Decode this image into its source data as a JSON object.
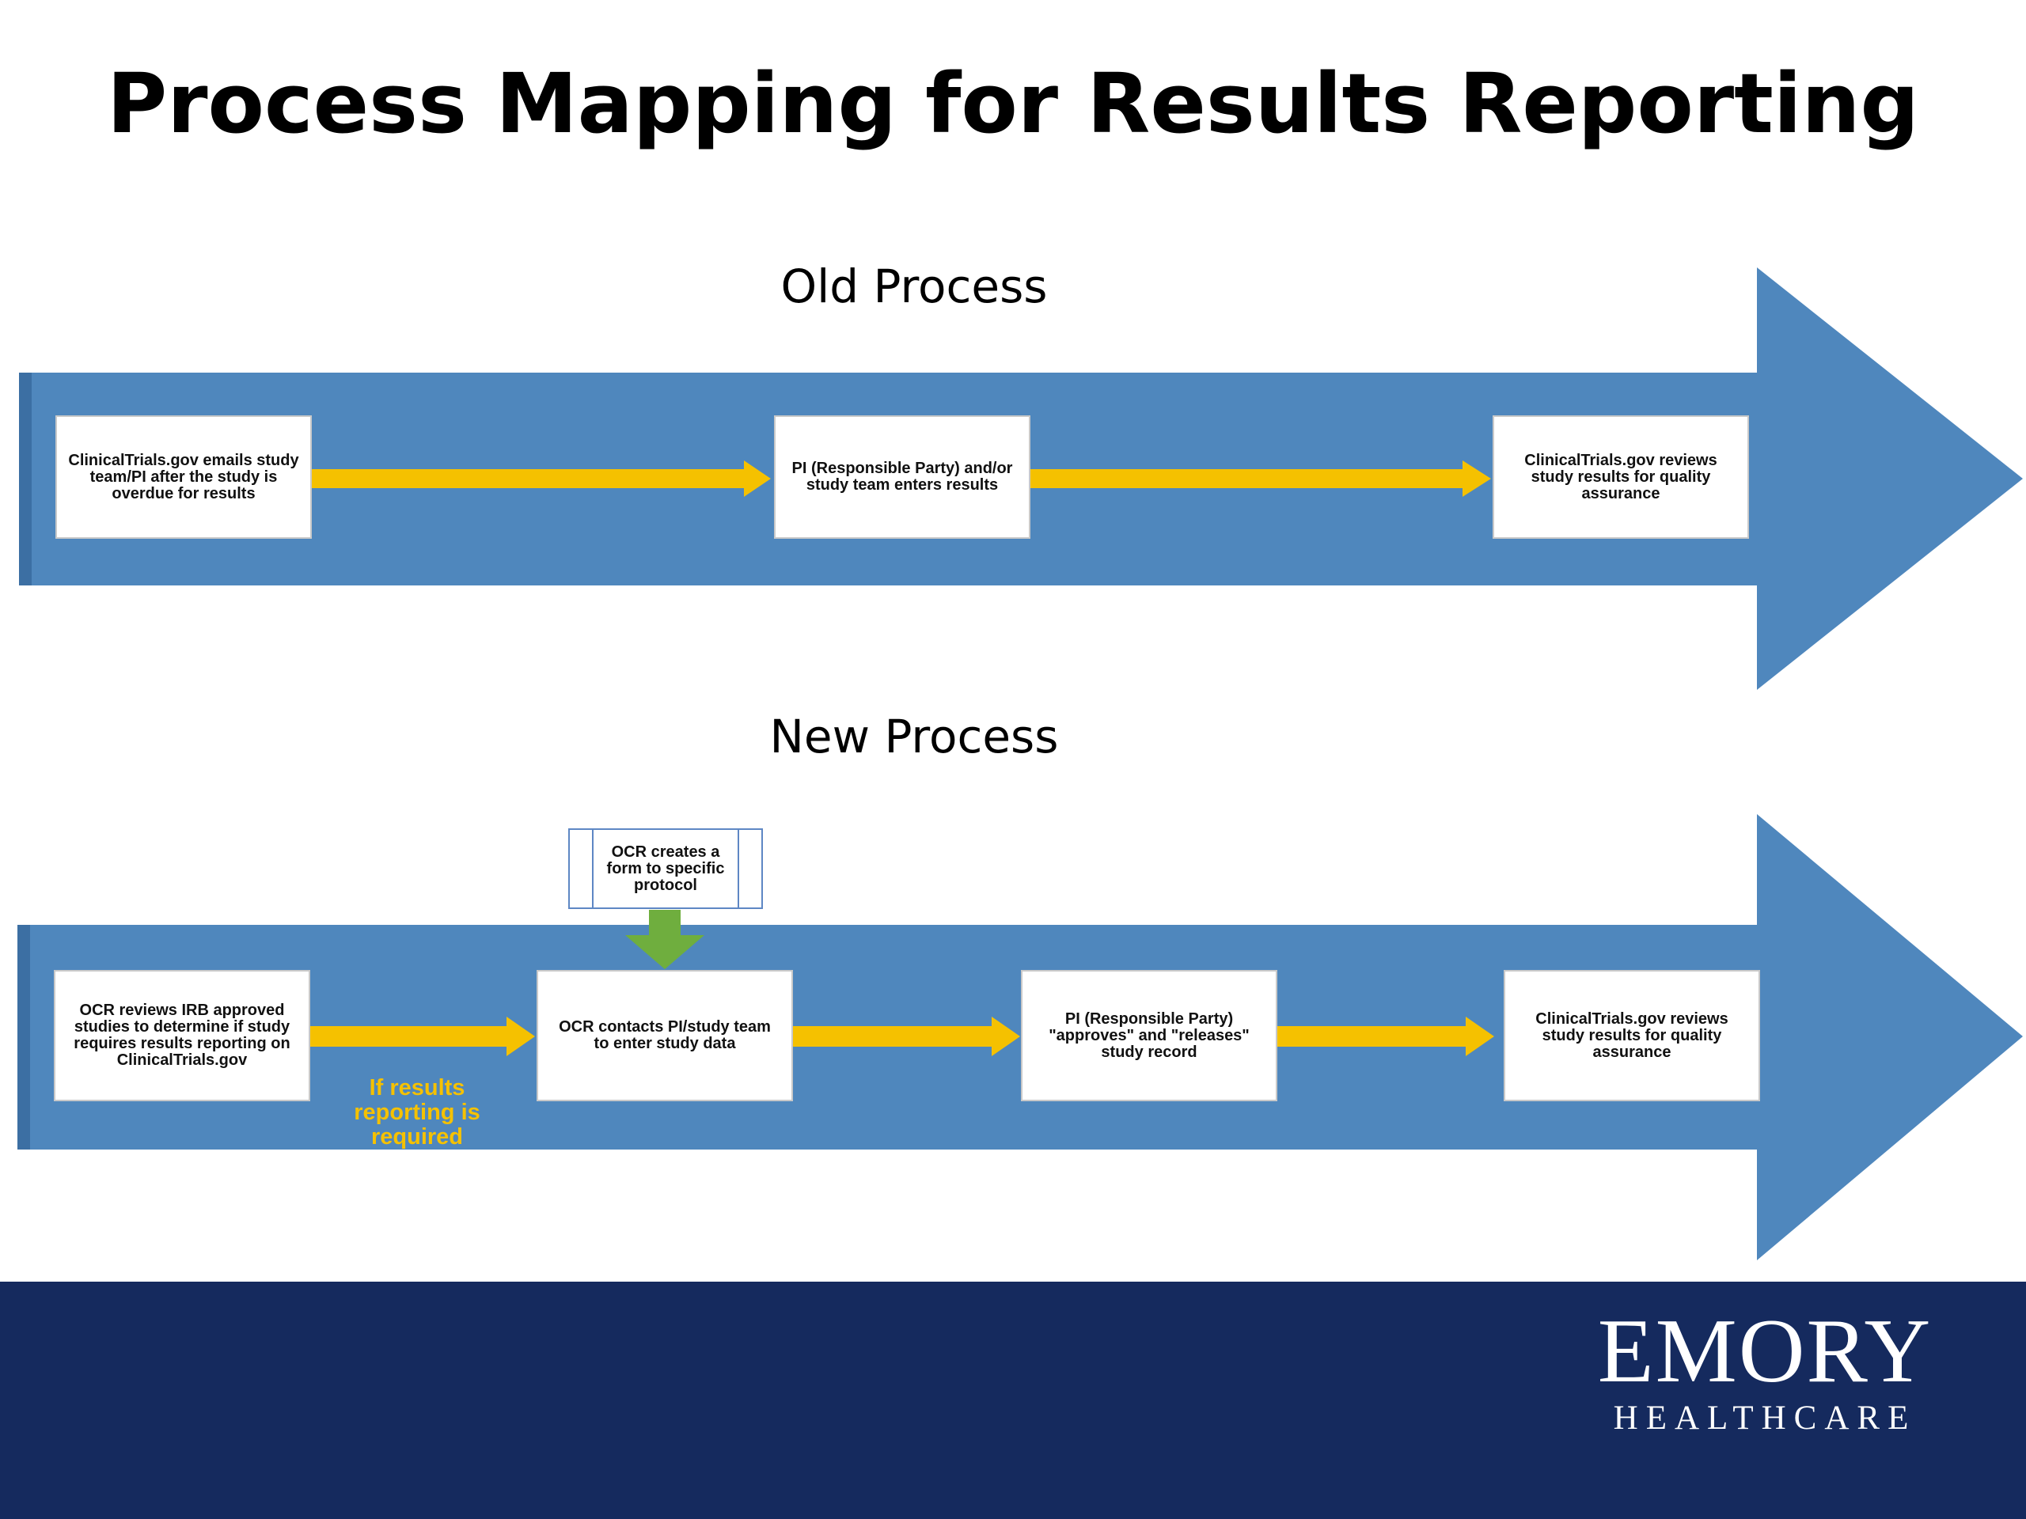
{
  "slide": {
    "title": "Process Mapping for Results Reporting"
  },
  "old_process": {
    "title": "Old Process",
    "steps": [
      "ClinicalTrials.gov emails study team/PI after the study is overdue for results",
      "PI (Responsible Party) and/or study team enters results",
      "ClinicalTrials.gov reviews study results for quality assurance"
    ]
  },
  "new_process": {
    "title": "New Process",
    "steps": [
      "OCR reviews IRB approved studies to determine if study requires results reporting on ClinicalTrials.gov",
      "OCR contacts PI/study team to enter study data",
      "PI (Responsible Party) \"approves\" and \"releases\" study record",
      "ClinicalTrials.gov reviews study results for quality assurance"
    ],
    "callout": "OCR creates a form to specific protocol",
    "condition_label": "If results reporting is required"
  },
  "footer": {
    "logo_main": "EMORY",
    "logo_sub": "HEALTHCARE"
  },
  "colors": {
    "process_arrow": "#4f87bd",
    "step_arrow": "#f5c100",
    "callout_arrow": "#6fae3e",
    "footer": "#152a5e"
  }
}
